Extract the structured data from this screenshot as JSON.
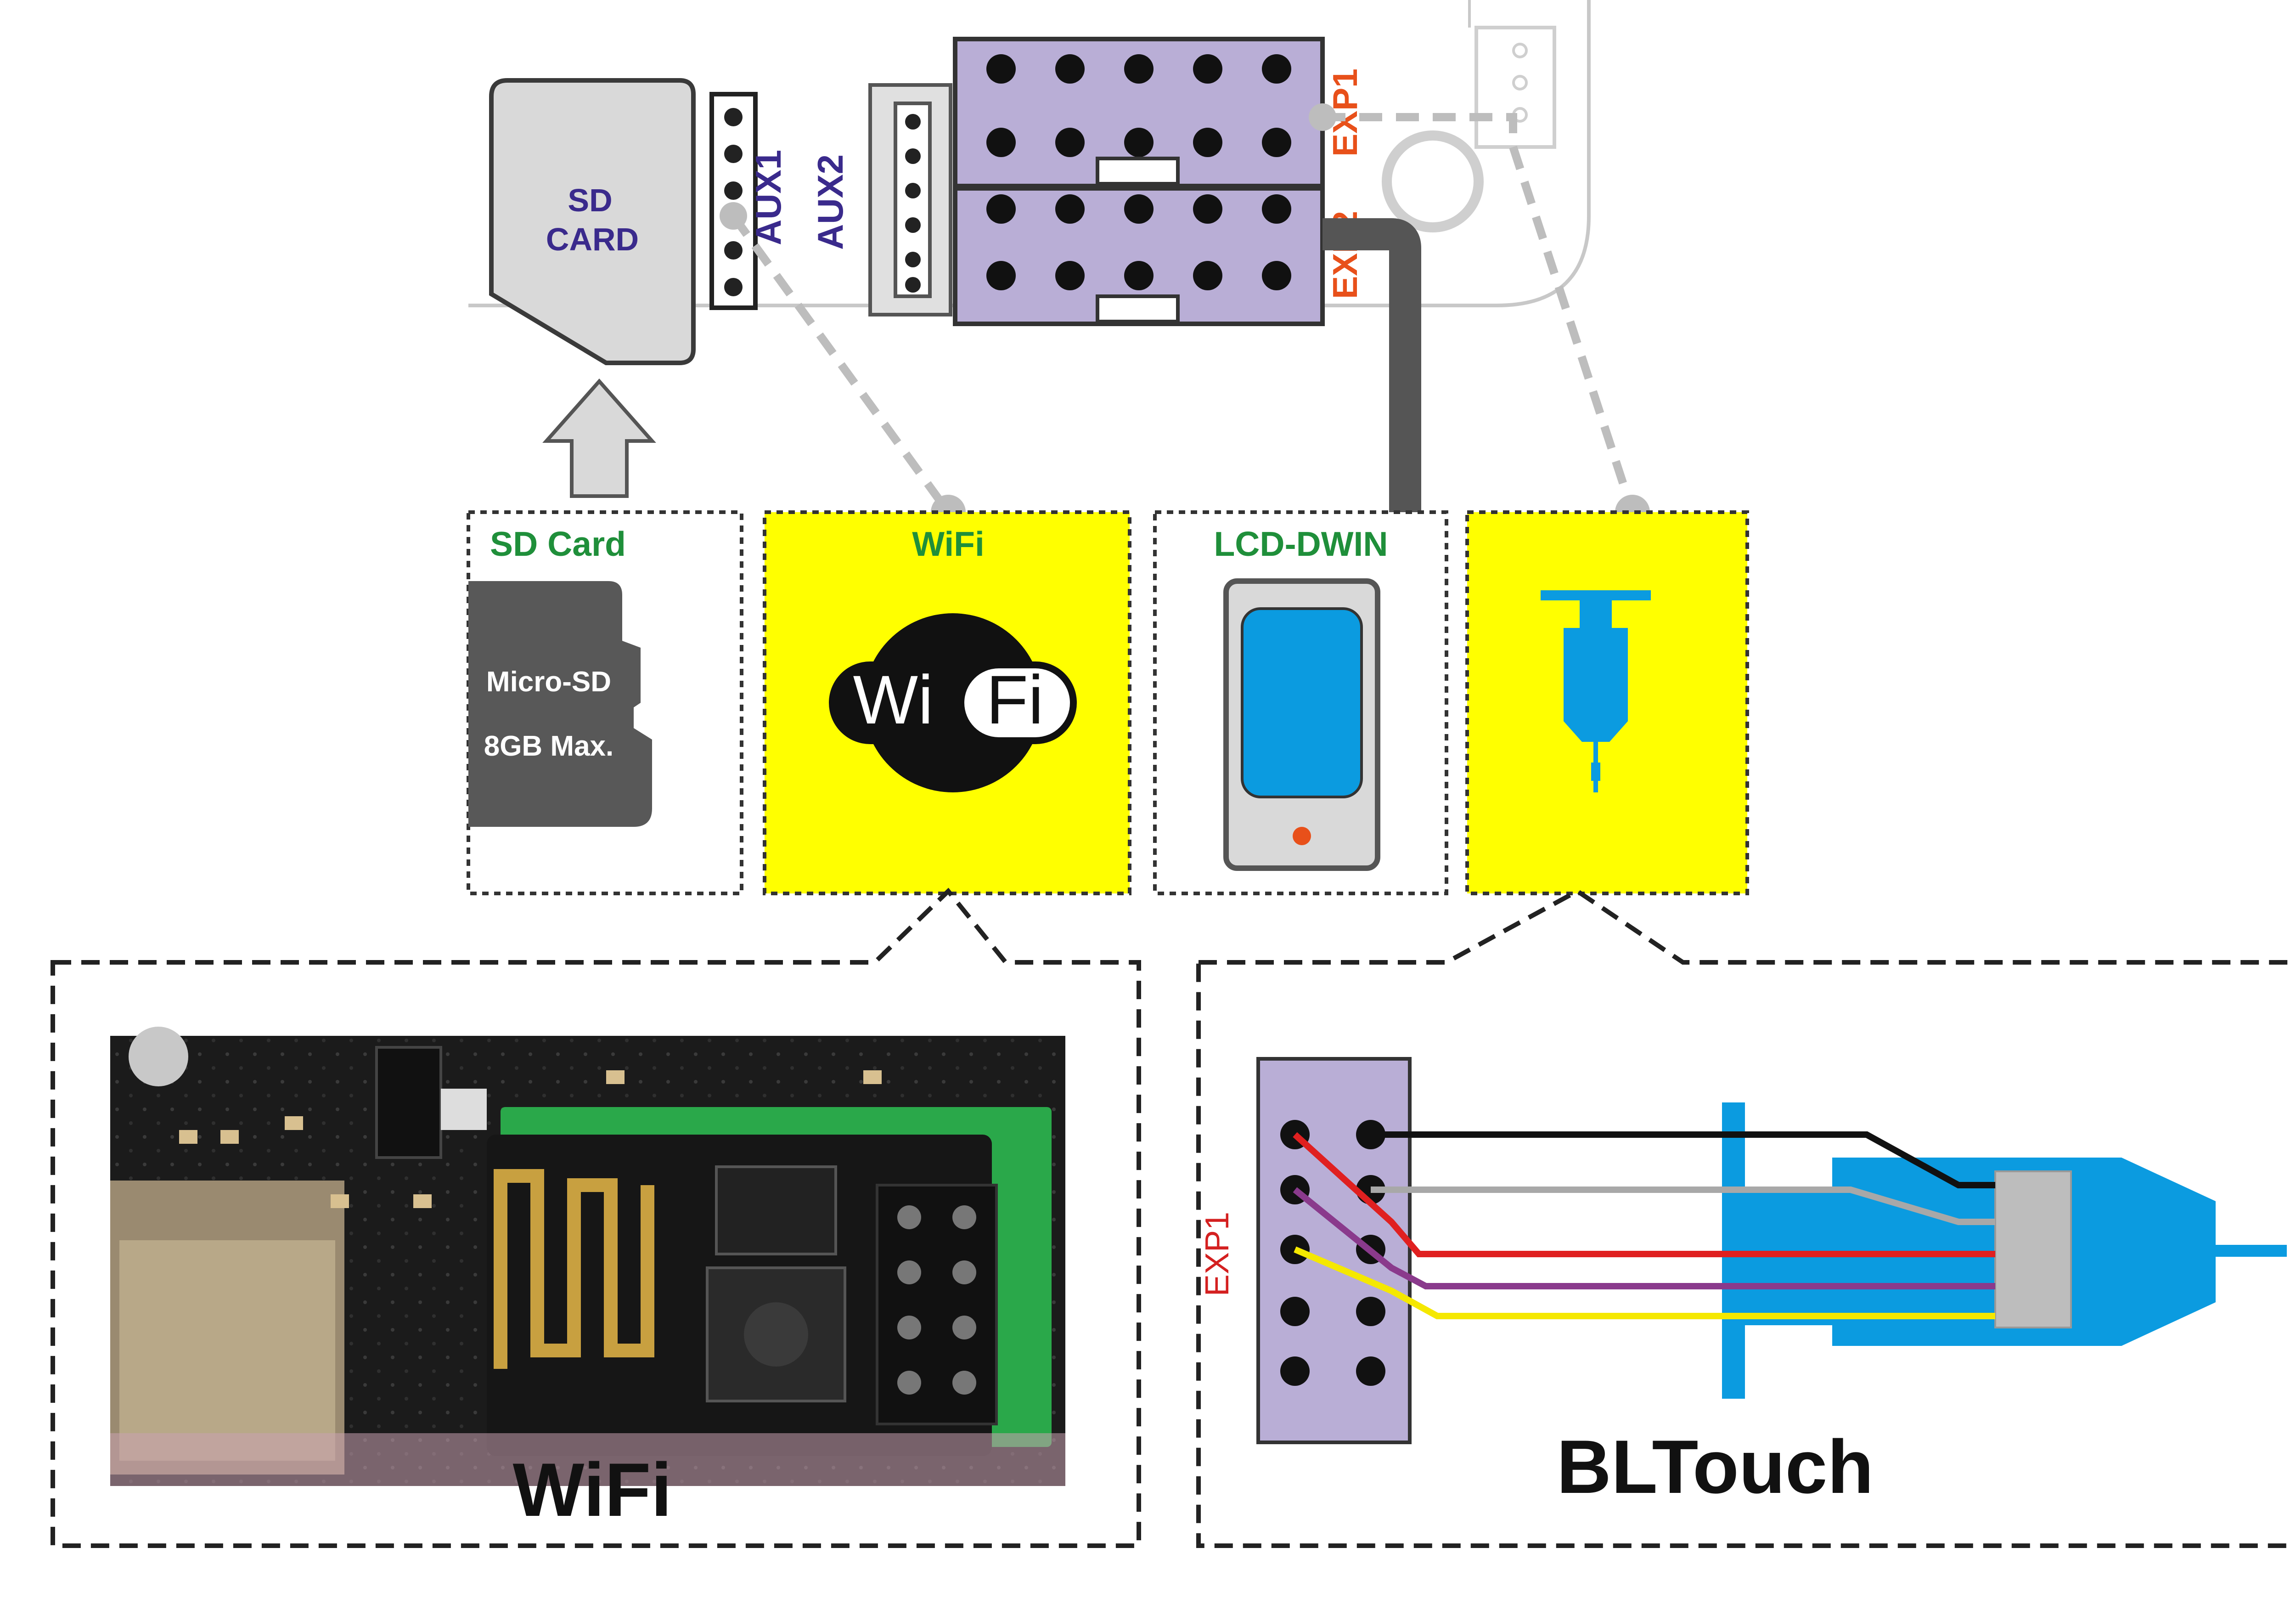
{
  "board": {
    "sd_slot_label_line1": "SD",
    "sd_slot_label_line2": "CARD",
    "aux1_label": "AUX1",
    "aux2_label": "AUX2",
    "exp1_label": "EXP1",
    "exp2_label": "EXP2"
  },
  "modules": {
    "sd_card": {
      "title": "SD Card",
      "card_text_line1": "Micro-SD",
      "card_text_line2": "8GB Max."
    },
    "wifi": {
      "title": "WiFi",
      "logo_left": "Wi",
      "logo_right": "Fi"
    },
    "lcd": {
      "title": "LCD-DWIN"
    },
    "bltouch_module": {
      "title": ""
    }
  },
  "callouts": {
    "wifi_caption": "WiFi",
    "bltouch_caption": "BLTouch",
    "bltouch_header_label": "EXP1"
  },
  "colors": {
    "connector_purple": "#b9aed6",
    "highlight_yellow": "#ffff00",
    "label_green": "#1f8f3a",
    "label_purple": "#3a2a8c",
    "label_orange": "#e8501a",
    "bltouch_blue": "#0b9be0",
    "wire_black": "#111111",
    "wire_gray": "#a8a8a8",
    "wire_red": "#e02020",
    "wire_purple": "#8a3a8c",
    "wire_yellow": "#f5e800"
  }
}
